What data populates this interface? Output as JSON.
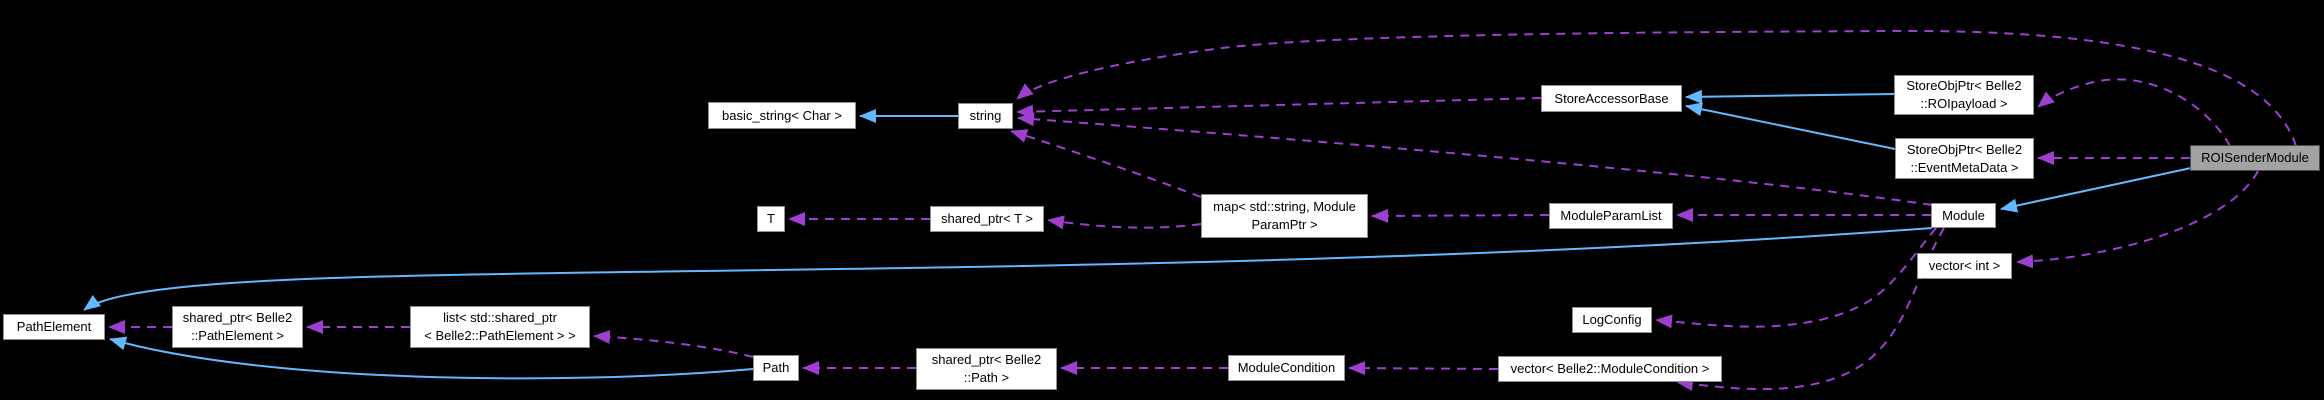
{
  "diagram": {
    "kind": "collaboration-graph",
    "focus_node": "ROISenderModule",
    "colors": {
      "background": "#000000",
      "node_fill": "#ffffff",
      "node_border": "#8f8f8f",
      "node_text": "#000000",
      "highlight_fill": "#a2a2a2",
      "highlight_border": "#4d4d4d",
      "inheritance_edge": "#63b8ff",
      "usage_edge": "#9e3fd0"
    },
    "nodes": [
      {
        "id": "basic-string",
        "lines": [
          "basic_string< Char >"
        ]
      },
      {
        "id": "string",
        "lines": [
          "string"
        ]
      },
      {
        "id": "store-accessor-base",
        "lines": [
          "StoreAccessorBase"
        ]
      },
      {
        "id": "storeobjptr-roipayload",
        "lines": [
          "StoreObjPtr< Belle2",
          "::ROIpayload >"
        ]
      },
      {
        "id": "storeobjptr-eventmetadata",
        "lines": [
          "StoreObjPtr< Belle2",
          "::EventMetaData >"
        ]
      },
      {
        "id": "roisendermodule",
        "lines": [
          "ROISenderModule"
        ]
      },
      {
        "id": "t",
        "lines": [
          "T"
        ]
      },
      {
        "id": "shared-ptr-t",
        "lines": [
          "shared_ptr< T >"
        ]
      },
      {
        "id": "map-string-moduleparamptr",
        "lines": [
          "map< std::string, Module",
          "ParamPtr >"
        ]
      },
      {
        "id": "moduleparamlist",
        "lines": [
          "ModuleParamList"
        ]
      },
      {
        "id": "module",
        "lines": [
          "Module"
        ]
      },
      {
        "id": "vector-int",
        "lines": [
          "vector< int >"
        ]
      },
      {
        "id": "pathelement",
        "lines": [
          "PathElement"
        ]
      },
      {
        "id": "shared-ptr-pathelement",
        "lines": [
          "shared_ptr< Belle2",
          "::PathElement >"
        ]
      },
      {
        "id": "list-shared-ptr-pathelement",
        "lines": [
          "list< std::shared_ptr",
          "< Belle2::PathElement > >"
        ]
      },
      {
        "id": "logconfig",
        "lines": [
          "LogConfig"
        ]
      },
      {
        "id": "path",
        "lines": [
          "Path"
        ]
      },
      {
        "id": "shared-ptr-path",
        "lines": [
          "shared_ptr< Belle2",
          "::Path >"
        ]
      },
      {
        "id": "modulecondition",
        "lines": [
          "ModuleCondition"
        ]
      },
      {
        "id": "vector-modulecondition",
        "lines": [
          "vector< Belle2::ModuleCondition >"
        ]
      }
    ],
    "edges": [
      {
        "from": "string",
        "to": "basic-string",
        "type": "inheritance"
      },
      {
        "from": "storeobjptr-roipayload",
        "to": "store-accessor-base",
        "type": "inheritance"
      },
      {
        "from": "storeobjptr-eventmetadata",
        "to": "store-accessor-base",
        "type": "inheritance"
      },
      {
        "from": "roisendermodule",
        "to": "module",
        "type": "inheritance"
      },
      {
        "from": "module",
        "to": "pathelement",
        "type": "inheritance"
      },
      {
        "from": "path",
        "to": "pathelement",
        "type": "inheritance"
      },
      {
        "from": "store-accessor-base",
        "to": "string",
        "type": "usage"
      },
      {
        "from": "roisendermodule",
        "to": "storeobjptr-roipayload",
        "type": "usage"
      },
      {
        "from": "roisendermodule",
        "to": "storeobjptr-eventmetadata",
        "type": "usage"
      },
      {
        "from": "roisendermodule",
        "to": "string",
        "type": "usage"
      },
      {
        "from": "roisendermodule",
        "to": "vector-int",
        "type": "usage"
      },
      {
        "from": "module",
        "to": "moduleparamlist",
        "type": "usage"
      },
      {
        "from": "moduleparamlist",
        "to": "map-string-moduleparamptr",
        "type": "usage"
      },
      {
        "from": "map-string-moduleparamptr",
        "to": "string",
        "type": "usage"
      },
      {
        "from": "map-string-moduleparamptr",
        "to": "shared-ptr-t",
        "type": "usage"
      },
      {
        "from": "shared-ptr-t",
        "to": "t",
        "type": "usage"
      },
      {
        "from": "module",
        "to": "string",
        "type": "usage"
      },
      {
        "from": "module",
        "to": "logconfig",
        "type": "usage"
      },
      {
        "from": "module",
        "to": "vector-modulecondition",
        "type": "usage"
      },
      {
        "from": "vector-modulecondition",
        "to": "modulecondition",
        "type": "usage"
      },
      {
        "from": "modulecondition",
        "to": "shared-ptr-path",
        "type": "usage"
      },
      {
        "from": "shared-ptr-path",
        "to": "path",
        "type": "usage"
      },
      {
        "from": "path",
        "to": "list-shared-ptr-pathelement",
        "type": "usage"
      },
      {
        "from": "list-shared-ptr-pathelement",
        "to": "shared-ptr-pathelement",
        "type": "usage"
      },
      {
        "from": "shared-ptr-pathelement",
        "to": "pathelement",
        "type": "usage"
      }
    ]
  }
}
